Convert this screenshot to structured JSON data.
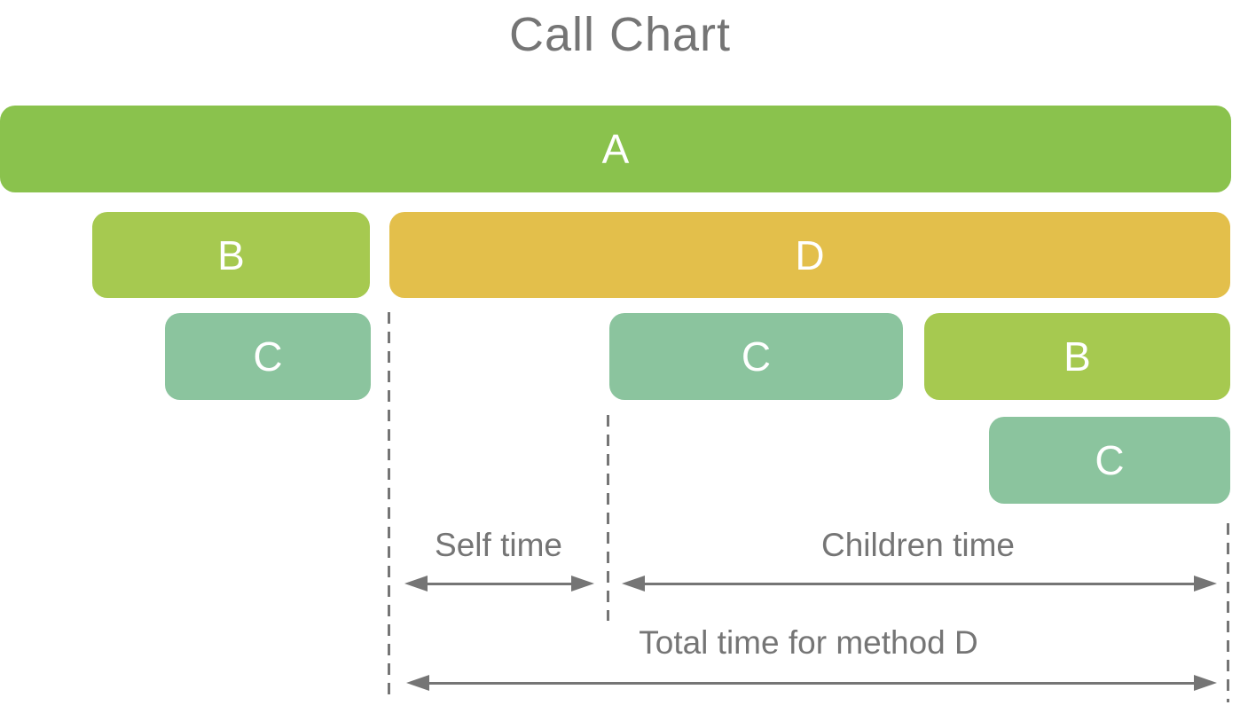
{
  "title": "Call Chart",
  "colors": {
    "method_a": "#8AC24D",
    "method_b": "#A6C950",
    "method_c": "#8BC49E",
    "method_d": "#E3BF4B",
    "annotation_gray": "#757575",
    "label_white": "#FFFFFF"
  },
  "bars": [
    {
      "label": "A",
      "method": "A",
      "depth": 0,
      "called_by": null
    },
    {
      "label": "B",
      "method": "B",
      "depth": 1,
      "called_by": "A"
    },
    {
      "label": "D",
      "method": "D",
      "depth": 1,
      "called_by": "A"
    },
    {
      "label": "C",
      "method": "C",
      "depth": 2,
      "called_by": "B"
    },
    {
      "label": "C",
      "method": "C",
      "depth": 2,
      "called_by": "D"
    },
    {
      "label": "B",
      "method": "B",
      "depth": 2,
      "called_by": "D"
    },
    {
      "label": "C",
      "method": "C",
      "depth": 3,
      "called_by": "B"
    }
  ],
  "annotations": {
    "self_time_label": "Self time",
    "children_time_label": "Children time",
    "total_time_label": "Total time for method D"
  }
}
